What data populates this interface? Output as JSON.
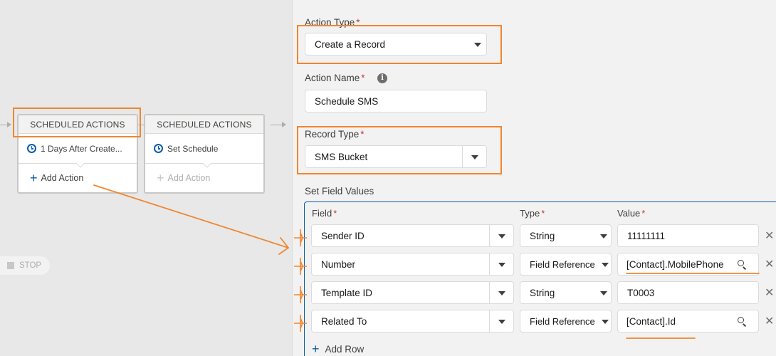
{
  "canvas": {
    "step1": {
      "header": "SCHEDULED ACTIONS",
      "schedule": "1 Days After Create...",
      "add_action": "Add Action"
    },
    "step2": {
      "header": "SCHEDULED ACTIONS",
      "schedule": "Set Schedule",
      "add_action": "Add Action"
    },
    "stop": "STOP"
  },
  "panel": {
    "action_type": {
      "label": "Action Type",
      "value": "Create a Record"
    },
    "action_name": {
      "label": "Action Name",
      "value": "Schedule SMS"
    },
    "record_type": {
      "label": "Record Type",
      "value": "SMS Bucket"
    },
    "set_field_values": {
      "label": "Set Field Values",
      "columns": {
        "field": "Field",
        "type": "Type",
        "value": "Value"
      },
      "rows": [
        {
          "field": "Sender ID",
          "type": "String",
          "value": "11111111",
          "lookup": false
        },
        {
          "field": "Number",
          "type": "Field Reference",
          "value": "[Contact].MobilePhone",
          "lookup": true
        },
        {
          "field": "Template ID",
          "type": "String",
          "value": "T0003",
          "lookup": false
        },
        {
          "field": "Related To",
          "type": "Field Reference",
          "value": "[Contact].Id",
          "lookup": true
        }
      ],
      "add_row": "Add Row"
    }
  },
  "icons": {
    "clock": "clock-icon",
    "plus": "plus-icon",
    "info": "info-icon",
    "search": "search-icon",
    "remove": "close-icon",
    "dropdown": "chevron-down-icon",
    "drag": "drag-handle-icon"
  },
  "colors": {
    "annotation": "#f0862f",
    "brand": "#0b5cab",
    "required": "#c23934"
  }
}
